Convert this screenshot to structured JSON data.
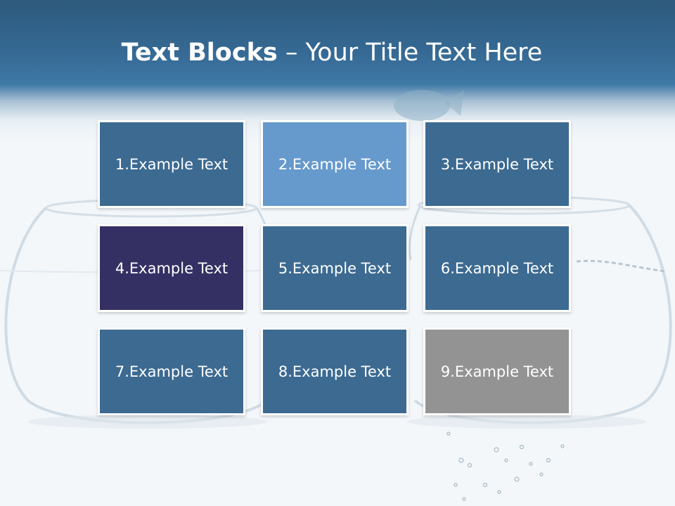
{
  "slide": {
    "title_bold": "Text Blocks",
    "title_rest": " – Your Title Text Here"
  },
  "blocks": [
    {
      "label": "1.Example Text",
      "color": "#3c6a91"
    },
    {
      "label": "2.Example Text",
      "color": "#6699cc"
    },
    {
      "label": "3.Example Text",
      "color": "#3c6a91"
    },
    {
      "label": "4.Example Text",
      "color": "#343063"
    },
    {
      "label": "5.Example Text",
      "color": "#3c6a91"
    },
    {
      "label": "6.Example Text",
      "color": "#3c6a91"
    },
    {
      "label": "7.Example Text",
      "color": "#3c6a91"
    },
    {
      "label": "8.Example Text",
      "color": "#3c6a91"
    },
    {
      "label": "9.Example Text",
      "color": "#939393"
    }
  ],
  "theme": {
    "header_color": "#356892",
    "title_color": "#ffffff",
    "block_border_color": "#ffffff"
  }
}
